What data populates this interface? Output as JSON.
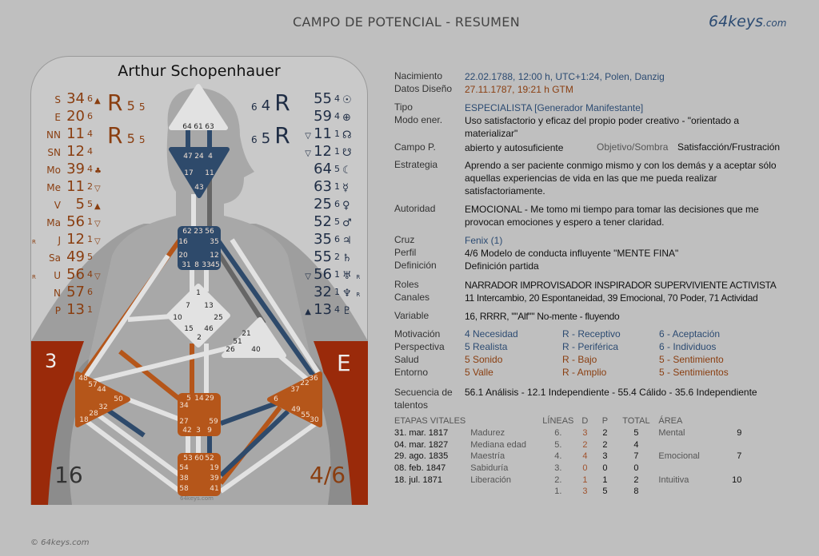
{
  "header": {
    "title": "CAMPO DE POTENCIAL - RESUMEN",
    "brand_main": "64keys",
    "brand_tld": ".com"
  },
  "chart": {
    "name": "Arthur Schopenhauer",
    "watermark": "64keys.com",
    "design_R": [
      {
        "R": "R",
        "a": "5",
        "b": "5"
      },
      {
        "R": "R",
        "a": "5",
        "b": "5"
      }
    ],
    "personality_R": [
      {
        "a": "6",
        "b": "4",
        "R": "R"
      },
      {
        "a": "6",
        "b": "5",
        "R": "R"
      }
    ],
    "design_planets": [
      {
        "r": "",
        "lab": "S",
        "gate": "34",
        "line": "6",
        "arrow": "▲"
      },
      {
        "r": "",
        "lab": "E",
        "gate": "20",
        "line": "6",
        "arrow": ""
      },
      {
        "r": "",
        "lab": "NN",
        "gate": "11",
        "line": "4",
        "arrow": ""
      },
      {
        "r": "",
        "lab": "SN",
        "gate": "12",
        "line": "4",
        "arrow": ""
      },
      {
        "r": "",
        "lab": "Mo",
        "gate": "39",
        "line": "4",
        "arrow": "♣"
      },
      {
        "r": "",
        "lab": "Me",
        "gate": "11",
        "line": "2",
        "arrow": "▽"
      },
      {
        "r": "",
        "lab": "V",
        "gate": "5",
        "line": "5",
        "arrow": "▲"
      },
      {
        "r": "",
        "lab": "Ma",
        "gate": "56",
        "line": "1",
        "arrow": "▽"
      },
      {
        "r": "R",
        "lab": "J",
        "gate": "12",
        "line": "1",
        "arrow": "▽"
      },
      {
        "r": "",
        "lab": "Sa",
        "gate": "49",
        "line": "5",
        "arrow": ""
      },
      {
        "r": "R",
        "lab": "U",
        "gate": "56",
        "line": "4",
        "arrow": "▽"
      },
      {
        "r": "",
        "lab": "N",
        "gate": "57",
        "line": "6",
        "arrow": ""
      },
      {
        "r": "",
        "lab": "P",
        "gate": "13",
        "line": "1",
        "arrow": ""
      }
    ],
    "personality_planets": [
      {
        "arrow": "",
        "gate": "55",
        "line": "4",
        "sym": "☉",
        "r": ""
      },
      {
        "arrow": "",
        "gate": "59",
        "line": "4",
        "sym": "⊕",
        "r": ""
      },
      {
        "arrow": "▽",
        "gate": "11",
        "line": "1",
        "sym": "☊",
        "r": ""
      },
      {
        "arrow": "▽",
        "gate": "12",
        "line": "1",
        "sym": "☋",
        "r": ""
      },
      {
        "arrow": "",
        "gate": "64",
        "line": "5",
        "sym": "☾",
        "r": ""
      },
      {
        "arrow": "",
        "gate": "63",
        "line": "1",
        "sym": "☿",
        "r": ""
      },
      {
        "arrow": "",
        "gate": "25",
        "line": "6",
        "sym": "♀",
        "r": ""
      },
      {
        "arrow": "",
        "gate": "52",
        "line": "5",
        "sym": "♂",
        "r": ""
      },
      {
        "arrow": "",
        "gate": "35",
        "line": "6",
        "sym": "♃",
        "r": ""
      },
      {
        "arrow": "",
        "gate": "55",
        "line": "2",
        "sym": "♄",
        "r": ""
      },
      {
        "arrow": "▽",
        "gate": "56",
        "line": "1",
        "sym": "♅",
        "r": "R"
      },
      {
        "arrow": "",
        "gate": "32",
        "line": "1",
        "sym": "♆",
        "r": "R"
      },
      {
        "arrow": "▲",
        "gate": "13",
        "line": "4",
        "sym": "♇",
        "r": ""
      }
    ],
    "corner_tl": "3",
    "corner_tr": "E",
    "corner_bl": "16",
    "corner_br": "4/6",
    "gates": {
      "head": [
        "64",
        "61",
        "63"
      ],
      "ajna": [
        "47",
        "24",
        "4",
        "17",
        "11",
        "43"
      ],
      "throat": [
        "62",
        "23",
        "56",
        "16",
        "35",
        "20",
        "12",
        "31",
        "8",
        "33",
        "45"
      ],
      "g": [
        "1",
        "7",
        "13",
        "10",
        "25",
        "15",
        "46",
        "2"
      ],
      "heart": [
        "21",
        "51",
        "26",
        "40"
      ],
      "spleen": [
        "48",
        "57",
        "44",
        "50",
        "32",
        "28",
        "18"
      ],
      "solar": [
        "36",
        "22",
        "37",
        "6",
        "49",
        "55",
        "30"
      ],
      "sacral": [
        "5",
        "14",
        "29",
        "34",
        "27",
        "59",
        "42",
        "3",
        "9"
      ],
      "root": [
        "53",
        "60",
        "52",
        "54",
        "19",
        "38",
        "39",
        "58",
        "41"
      ]
    }
  },
  "info": {
    "rows": [
      {
        "label": "Nacimiento",
        "value": "22.02.1788, 12:00 h, UTC+1:24, Polen, Danzig",
        "cls": "blue"
      },
      {
        "label": "Datos Diseño",
        "value": "27.11.1787, 19:21 h GTM",
        "cls": "brown"
      },
      {
        "label": "Tipo",
        "value": "ESPECIALISTA [Generador Manifestante]",
        "cls": "blue"
      },
      {
        "label": "Modo ener.",
        "value": "Uso satisfactorio y eficaz del propio poder creativo - \"orientado a materializar\"",
        "cls": ""
      },
      {
        "label": "Campo P.",
        "value": "abierto y autosuficiente",
        "cls": ""
      },
      {
        "label": "Estrategia",
        "value": "Aprendo a ser paciente conmigo mismo y con los demás y a aceptar sólo aquellas experiencias de vida en las que me pueda realizar satisfactoriamente.",
        "cls": ""
      },
      {
        "label": "Autoridad",
        "value": "EMOCIONAL - Me tomo mi tiempo para tomar las decisiones que me provocan emociones y espero a tener claridad.",
        "cls": ""
      },
      {
        "label": "Cruz",
        "value": "Fenix (1)",
        "cls": "blue"
      },
      {
        "label": "Perfil",
        "value": "4/6 Modelo de conducta influyente \"MENTE FINA\"",
        "cls": ""
      },
      {
        "label": "Definición",
        "value": "Definición partida",
        "cls": ""
      },
      {
        "label": "Roles",
        "value": "NARRADOR IMPROVISADOR INSPIRADOR SUPERVIVIENTE ACTIVISTA",
        "cls": ""
      },
      {
        "label": "Canales",
        "value": "11 Intercambio, 20 Espontaneidad, 39 Emocional, 70 Poder, 71 Actividad",
        "cls": ""
      },
      {
        "label": "Variable",
        "value": "16, RRRR, \"\"Alf\"\" No-mente - fluyendo",
        "cls": ""
      }
    ],
    "objective_label": "Objetivo/Sombra",
    "objective_value": "Satisfacción/Frustración",
    "variables": [
      {
        "label": "Motivación",
        "a": "4 Necesidad",
        "b": "R - Receptivo",
        "c": "6 - Aceptación",
        "cls": "blue"
      },
      {
        "label": "Perspectiva",
        "a": "5 Realista",
        "b": "R - Periférica",
        "c": "6 - Individuos",
        "cls": "blue"
      },
      {
        "label": "Salud",
        "a": "5 Sonido",
        "b": "R - Bajo",
        "c": "5 - Sentimiento",
        "cls": "brown"
      },
      {
        "label": "Entorno",
        "a": "5 Valle",
        "b": "R - Amplio",
        "c": "5 - Sentimientos",
        "cls": "brown"
      }
    ],
    "talents_label": "Secuencia de talentos",
    "talents_value": "56.1 Análisis - 12.1 Independiente - 55.4 Cálido - 35.6 Independiente",
    "table": {
      "headers": [
        "ETAPAS VITALES",
        "",
        "LÍNEAS",
        "D",
        "P",
        "TOTAL",
        "ÁREA",
        ""
      ],
      "rows": [
        [
          "31. mar. 1817",
          "Madurez",
          "6.",
          "3",
          "2",
          "5",
          "Mental",
          "9"
        ],
        [
          "04. mar. 1827",
          "Mediana edad",
          "5.",
          "2",
          "2",
          "4",
          "",
          ""
        ],
        [
          "29. ago. 1835",
          "Maestría",
          "4.",
          "4",
          "3",
          "7",
          "Emocional",
          "7"
        ],
        [
          "08. feb. 1847",
          "Sabiduría",
          "3.",
          "0",
          "0",
          "0",
          "",
          ""
        ],
        [
          "18. jul. 1871",
          "Liberación",
          "2.",
          "1",
          "1",
          "2",
          "Intuitiva",
          "10"
        ],
        [
          "",
          "",
          "1.",
          "3",
          "5",
          "8",
          "",
          ""
        ]
      ]
    }
  },
  "footer": {
    "copyright": "© 64keys.com"
  },
  "colors": {
    "brown": "#b5561a",
    "blue": "#2e4a6b",
    "red": "#9a2a0a"
  }
}
